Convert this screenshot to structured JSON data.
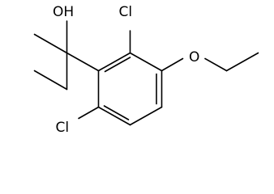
{
  "structure": {
    "atoms": {
      "hydroxyl": "OH",
      "chloro_top": "Cl",
      "chloro_bottom": "Cl",
      "ether_oxygen": "O"
    }
  }
}
